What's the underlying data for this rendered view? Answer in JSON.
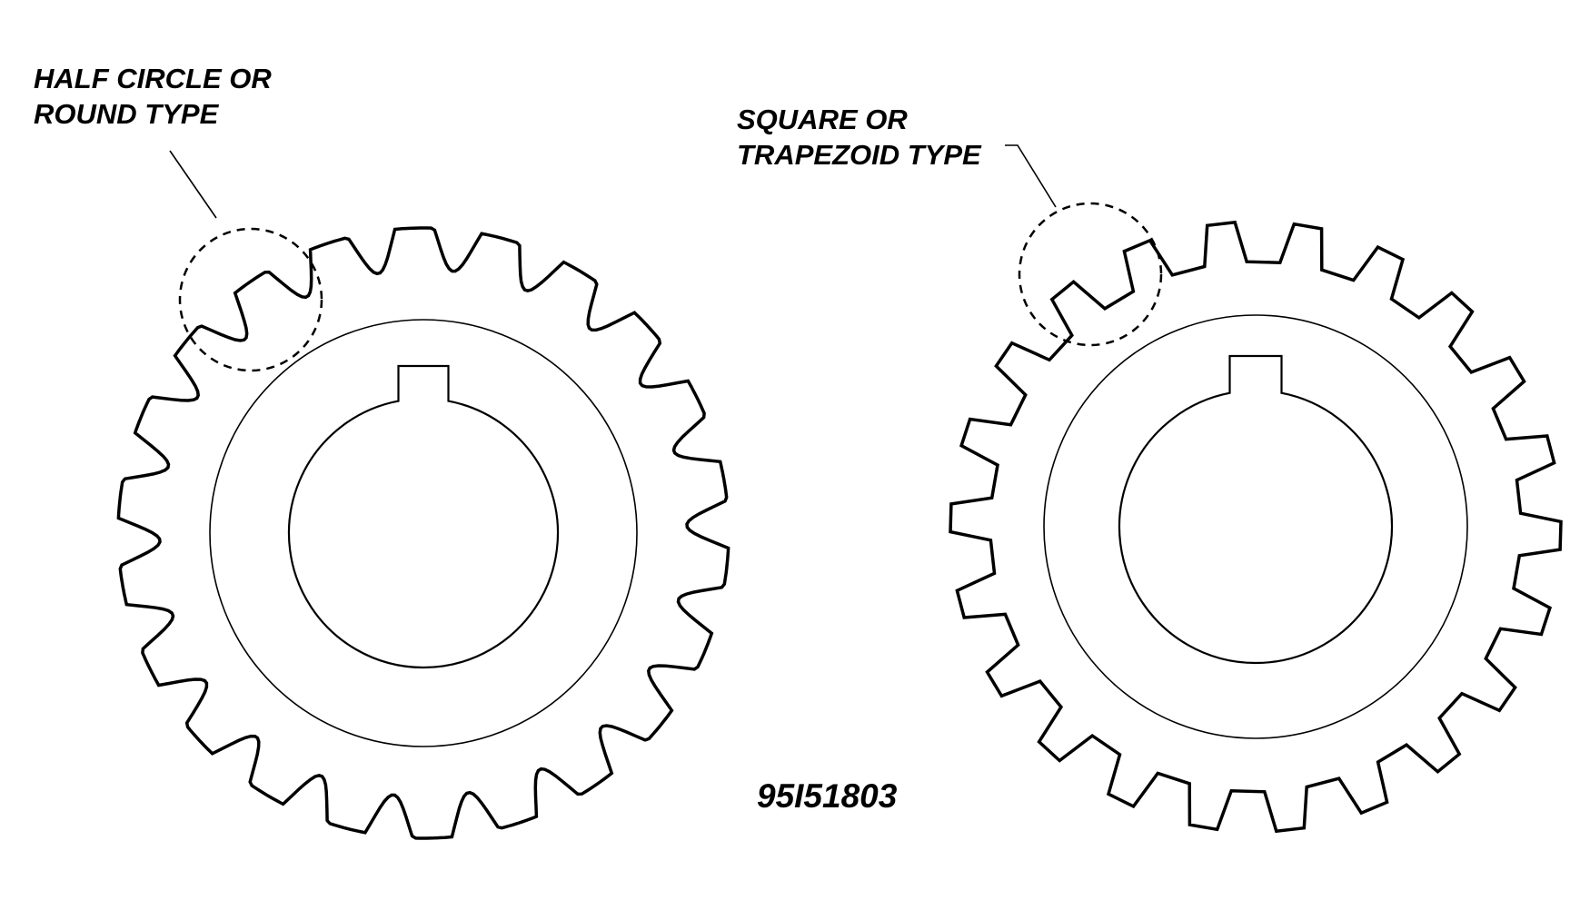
{
  "labels": {
    "left_callout": "HALF CIRCLE OR\nROUND TYPE",
    "right_callout": "SQUARE OR\nTRAPEZOID TYPE",
    "figure_id": "95I51803"
  },
  "gears": [
    {
      "name": "half-circle-round-type",
      "teeth": 22,
      "tooth_profile": "round"
    },
    {
      "name": "square-trapezoid-type",
      "teeth": 22,
      "tooth_profile": "trapezoid"
    }
  ],
  "colors": {
    "line": "#000000",
    "background": "#ffffff"
  }
}
